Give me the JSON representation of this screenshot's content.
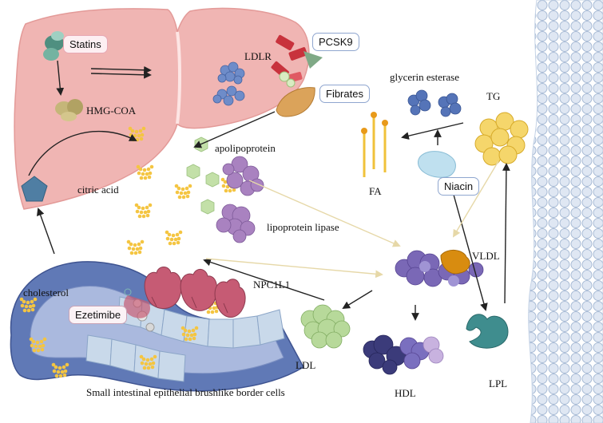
{
  "labels": {
    "statins": "Statins",
    "hmg_coa": "HMG-COA",
    "ldlr": "LDLR",
    "pcsk9": "PCSK9",
    "fibrates": "Fibrates",
    "glycerin_esterase": "glycerin esterase",
    "tg": "TG",
    "apolipoprotein": "apolipoprotein",
    "citric_acid": "citric acid",
    "fa": "FA",
    "niacin": "Niacin",
    "lipoprotein_lipase": "lipoprotein lipase",
    "vldl": "VLDL",
    "cholesterol": "cholesterol",
    "ezetimibe": "Ezetimibe",
    "npc1l1": "NPC1L1",
    "ldl": "LDL",
    "hdl": "HDL",
    "lpl": "LPL",
    "intestine": "Small intestinal epithelial brushlike border cells"
  },
  "colors": {
    "liver": "#f0b5b3",
    "liver_edge": "#e39a98",
    "intestine": "#5f77b3",
    "intestine_light": "#9fb2dc",
    "fat_cell": "#d8e2f0",
    "fat_cell_edge": "#a9bcd6",
    "cholesterol_dots": "#f4c542",
    "arrow": "#222222",
    "arrow_light": "#e6d8a8",
    "ldlr_red": "#c8323c",
    "pcsk9_green": "#7fa986",
    "enzyme_blue": "#5574b8",
    "lipase_purple": "#a982c0",
    "vldl_purple": "#6e5aa8",
    "vldl_orange": "#d88c10",
    "ldl_green": "#a9cf8a",
    "hdl_navy": "#3b3b7a",
    "lpl_teal": "#3f8d8e",
    "tg_yellow": "#f5d66b",
    "niacin_blue": "#bfe0ef"
  }
}
